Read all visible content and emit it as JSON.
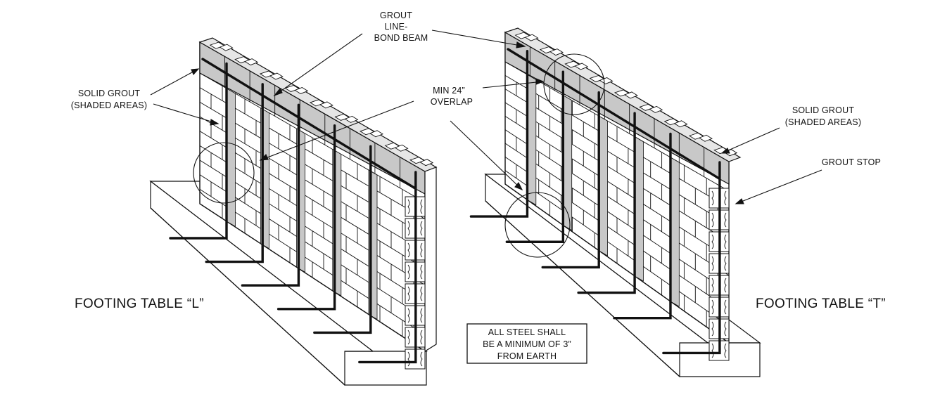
{
  "labels": {
    "grout_line_1": "GROUT",
    "grout_line_2": "LINE-",
    "grout_line_3": "BOND BEAM",
    "solid_grout_left_1": "SOLID GROUT",
    "solid_grout_left_2": "(SHADED AREAS)",
    "overlap_1": "MIN 24”",
    "overlap_2": "OVERLAP",
    "solid_grout_right_1": "SOLID GROUT",
    "solid_grout_right_2": "(SHADED AREAS)",
    "grout_stop": "GROUT STOP"
  },
  "titles": {
    "left": "FOOTING TABLE “L”",
    "right": "FOOTING TABLE “T”"
  },
  "note": {
    "line_1": "ALL STEEL SHALL",
    "line_2": "BE A MINIMUM OF 3”",
    "line_3": "FROM EARTH"
  },
  "colors": {
    "line": "#111111",
    "grout_shade": "#c8c8c8",
    "block_face": "#ffffff"
  }
}
